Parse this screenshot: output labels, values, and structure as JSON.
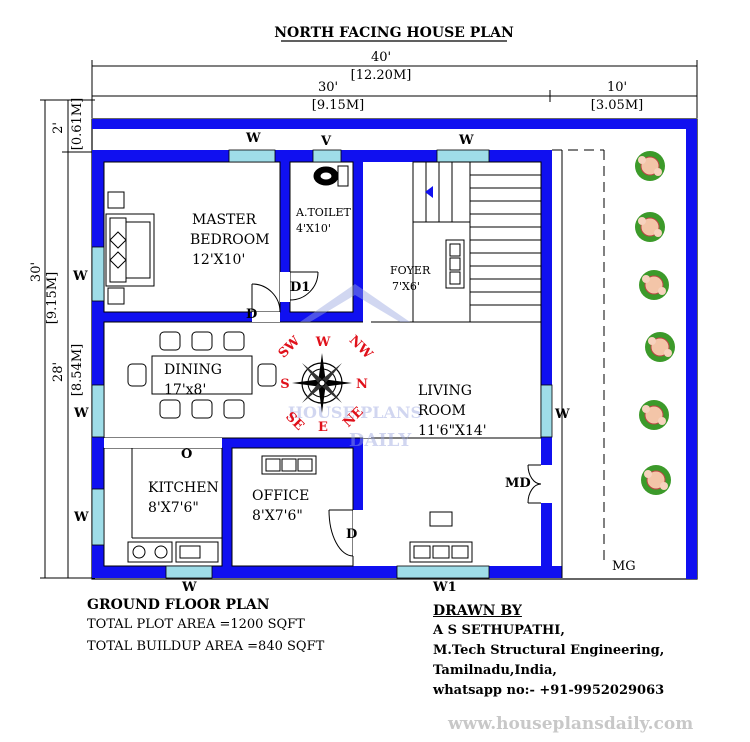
{
  "title": "NORTH FACING HOUSE PLAN",
  "dimensions": {
    "overall_width": "40'",
    "overall_width_m": "[12.20M]",
    "house_width": "30'",
    "house_width_m": "[9.15M]",
    "side_width": "10'",
    "side_width_m": "[3.05M]",
    "overall_depth": "30'",
    "overall_depth_m": "[9.15M]",
    "front_margin": "2'",
    "front_margin_m": "[0.61M]",
    "house_depth": "28'",
    "house_depth_m": "[8.54M]"
  },
  "rooms": {
    "master_bedroom": {
      "name_line1": "MASTER",
      "name_line2": "BEDROOM",
      "size": "12'X10'"
    },
    "toilet": {
      "name": "A.TOILET",
      "size": "4'X10'"
    },
    "foyer": {
      "name": "FOYER",
      "size": "7'X6'"
    },
    "dining": {
      "name": "DINING",
      "size": "17'x8'"
    },
    "living": {
      "name": "LIVING",
      "name_line2": "ROOM",
      "size": "11'6\"X14'"
    },
    "kitchen": {
      "name": "KITCHEN",
      "size": "8'X7'6\""
    },
    "office": {
      "name": "OFFICE",
      "size": "8'X7'6\""
    }
  },
  "openings": {
    "window": "W",
    "ventilator": "V",
    "door": "D",
    "door_toilet": "D1",
    "opening": "O",
    "main_door": "MD",
    "main_gate": "MG",
    "window_w1": "W1"
  },
  "compass": {
    "n": "N",
    "s": "S",
    "e": "E",
    "w": "W",
    "nw": "NW",
    "sw": "SW",
    "se": "SE",
    "ne": "NE"
  },
  "watermark": {
    "line1": "HOUSE PLANS",
    "line2": "DAILY"
  },
  "footer": {
    "plan_name": "GROUND FLOOR PLAN",
    "plot_area": "TOTAL PLOT AREA =1200 SQFT",
    "buildup_area": "TOTAL BUILDUP AREA =840 SQFT",
    "drawn_by_label": "DRAWN BY",
    "author": "A S SETHUPATHI,",
    "qualification": "M.Tech Structural Engineering,",
    "location": "Tamilnadu,India,",
    "contact": "whatsapp no:- +91-9952029063",
    "website": "www.houseplansdaily.com"
  },
  "colors": {
    "wall": "#1010f0",
    "window": "#9fdde8",
    "compass_label": "#e0101a",
    "watermark": "#9aa6e0"
  }
}
